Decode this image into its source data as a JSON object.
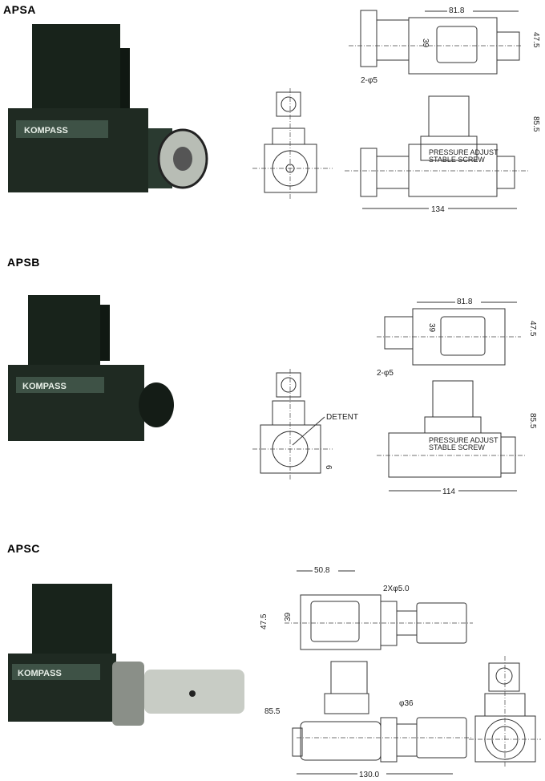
{
  "sections": [
    {
      "title": "APSA",
      "brand": "KOMPASS",
      "dims": {
        "top_width": "81.8",
        "top_height": "47.5",
        "bolt_spacing": "39",
        "holes": "2-φ5",
        "height": "85.5",
        "length": "134",
        "note_line1": "PRESSURE ADJUST",
        "note_line2": "STABLE SCREW"
      }
    },
    {
      "title": "APSB",
      "brand": "KOMPASS",
      "dims": {
        "top_width": "81.8",
        "top_height": "47.5",
        "bolt_spacing": "39",
        "holes": "2-φ5",
        "detent": "DETENT",
        "detent_offset": "6",
        "height": "85.5",
        "length": "114",
        "note_line1": "PRESSURE ADJUST",
        "note_line2": "STABLE SCREW"
      }
    },
    {
      "title": "APSC",
      "brand": "KOMPASS",
      "dims": {
        "top_width": "50.8",
        "holes": "2Xφ5.0",
        "top_height": "47.5",
        "bolt_spacing": "39",
        "diameter": "φ36",
        "height": "85.5",
        "length": "130.0"
      }
    }
  ],
  "colors": {
    "body": "#1f2a22",
    "label": "#3e5246"
  }
}
